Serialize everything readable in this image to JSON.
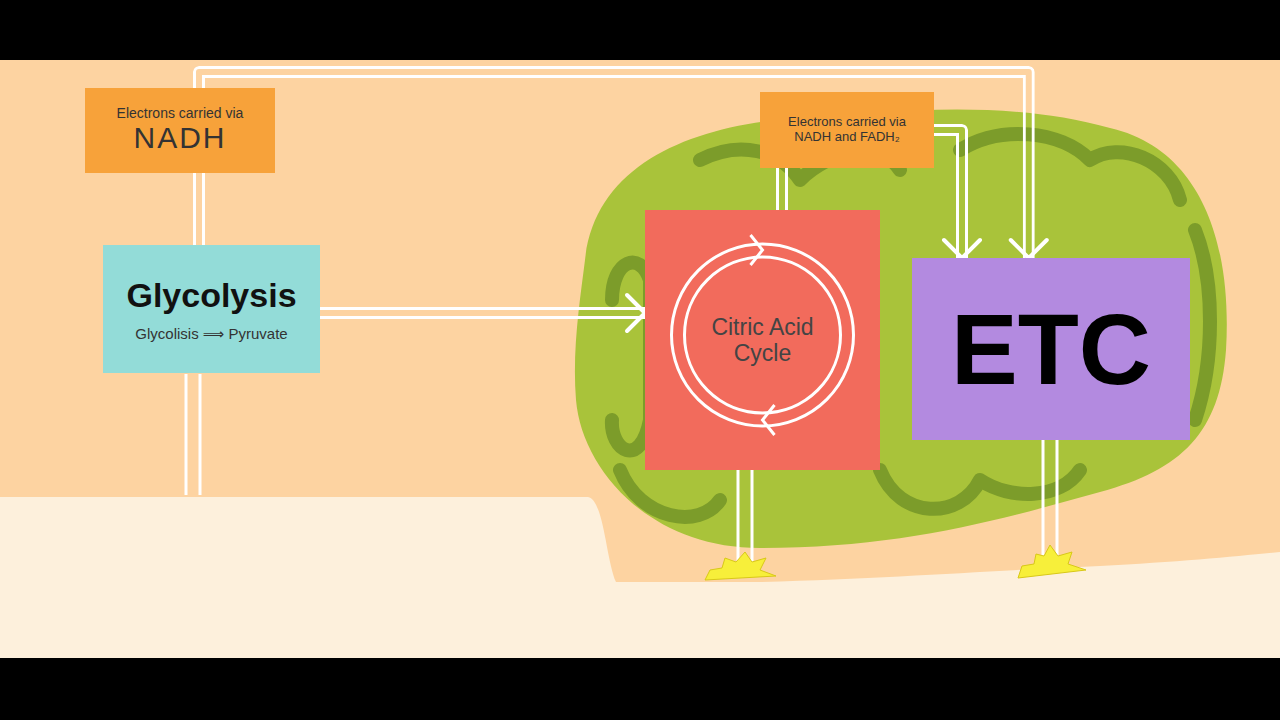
{
  "diagram": {
    "nodes": [
      {
        "text": [
          "Electrons carried via",
          "NADH"
        ]
      },
      {
        "text": [
          "Glycolysis",
          "Glycolisis ⟹ Pyruvate"
        ]
      },
      {
        "text": [
          "Electrons carried via NADH and FADH₂"
        ]
      },
      {
        "text": [
          "Citric Acid Cycle"
        ]
      },
      {
        "text": [
          "ETC"
        ]
      }
    ],
    "edges": [
      {
        "from": 1,
        "to": 0,
        "arrow": "none"
      },
      {
        "from": 0,
        "to": 4,
        "arrow": "to"
      },
      {
        "from": 1,
        "to": 3,
        "arrow": "to"
      },
      {
        "from": 3,
        "to": 2,
        "arrow": "none"
      },
      {
        "from": 2,
        "to": 4,
        "arrow": "to"
      }
    ]
  }
}
